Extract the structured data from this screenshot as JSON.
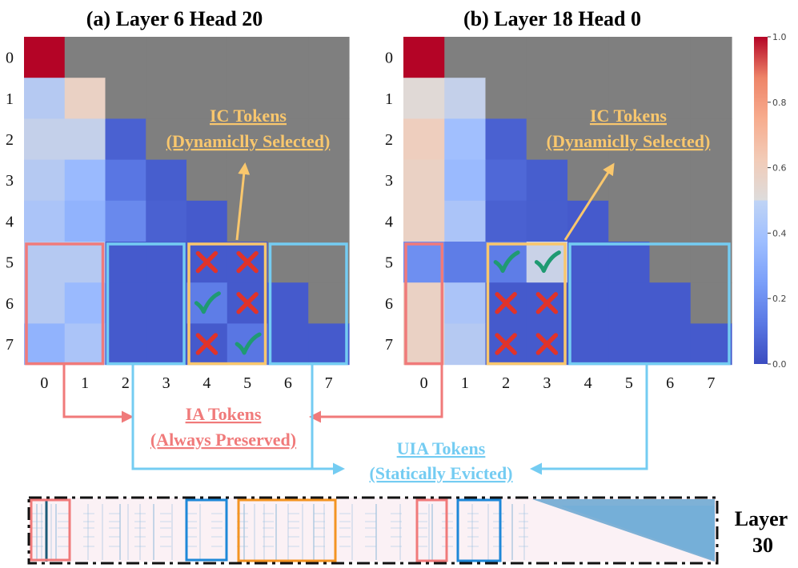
{
  "chart_data": [
    {
      "type": "heatmap",
      "title": "(a) Layer 6 Head 20",
      "x_ticks": [
        "0",
        "1",
        "2",
        "3",
        "4",
        "5",
        "6",
        "7"
      ],
      "y_ticks": [
        "0",
        "1",
        "2",
        "3",
        "4",
        "5",
        "6",
        "7"
      ],
      "masked": "upper-triangle",
      "values": [
        [
          1.0,
          null,
          null,
          null,
          null,
          null,
          null,
          null
        ],
        [
          0.42,
          0.58,
          null,
          null,
          null,
          null,
          null,
          null
        ],
        [
          0.45,
          0.45,
          0.06,
          null,
          null,
          null,
          null,
          null
        ],
        [
          0.42,
          0.36,
          0.12,
          0.05,
          null,
          null,
          null,
          null
        ],
        [
          0.4,
          0.33,
          0.18,
          0.06,
          0.04,
          null,
          null,
          null
        ],
        [
          0.42,
          0.42,
          0.04,
          0.04,
          0.04,
          0.04,
          null,
          null
        ],
        [
          0.42,
          0.36,
          0.04,
          0.04,
          0.14,
          0.04,
          0.04,
          null
        ],
        [
          0.33,
          0.4,
          0.04,
          0.04,
          0.04,
          0.12,
          0.04,
          0.04
        ]
      ],
      "marks": [
        {
          "row": 5,
          "col": 4,
          "symbol": "cross"
        },
        {
          "row": 5,
          "col": 5,
          "symbol": "cross"
        },
        {
          "row": 6,
          "col": 4,
          "symbol": "check"
        },
        {
          "row": 6,
          "col": 5,
          "symbol": "cross"
        },
        {
          "row": 7,
          "col": 4,
          "symbol": "cross"
        },
        {
          "row": 7,
          "col": 5,
          "symbol": "check"
        }
      ],
      "groups": {
        "ia": {
          "cols": [
            0,
            1
          ],
          "rows": [
            5,
            7
          ]
        },
        "uia": [
          {
            "cols": [
              2,
              3
            ],
            "rows": [
              5,
              7
            ]
          },
          {
            "cols": [
              6,
              7
            ],
            "rows": [
              5,
              7
            ]
          }
        ],
        "ic": {
          "cols": [
            4,
            5
          ],
          "rows": [
            5,
            7
          ]
        }
      }
    },
    {
      "type": "heatmap",
      "title": "(b) Layer 18 Head 0",
      "x_ticks": [
        "0",
        "1",
        "2",
        "3",
        "4",
        "5",
        "6",
        "7"
      ],
      "y_ticks": [
        "0",
        "1",
        "2",
        "3",
        "4",
        "5",
        "6",
        "7"
      ],
      "masked": "upper-triangle",
      "values": [
        [
          1.0,
          null,
          null,
          null,
          null,
          null,
          null,
          null
        ],
        [
          0.52,
          0.45,
          null,
          null,
          null,
          null,
          null,
          null
        ],
        [
          0.6,
          0.38,
          0.06,
          null,
          null,
          null,
          null,
          null
        ],
        [
          0.58,
          0.36,
          0.08,
          0.05,
          null,
          null,
          null,
          null
        ],
        [
          0.58,
          0.4,
          0.06,
          0.05,
          0.04,
          null,
          null,
          null
        ],
        [
          0.2,
          0.14,
          0.14,
          0.46,
          0.04,
          0.04,
          null,
          null
        ],
        [
          0.58,
          0.4,
          0.04,
          0.04,
          0.04,
          0.04,
          0.04,
          null
        ],
        [
          0.58,
          0.42,
          0.04,
          0.04,
          0.04,
          0.04,
          0.04,
          0.04
        ]
      ],
      "marks": [
        {
          "row": 5,
          "col": 2,
          "symbol": "check"
        },
        {
          "row": 5,
          "col": 3,
          "symbol": "check"
        },
        {
          "row": 6,
          "col": 2,
          "symbol": "cross"
        },
        {
          "row": 6,
          "col": 3,
          "symbol": "cross"
        },
        {
          "row": 7,
          "col": 2,
          "symbol": "cross"
        },
        {
          "row": 7,
          "col": 3,
          "symbol": "cross"
        }
      ],
      "groups": {
        "ia": {
          "cols": [
            0,
            0
          ],
          "rows": [
            5,
            7
          ]
        },
        "uia": [
          {
            "cols": [
              4,
              7
            ],
            "rows": [
              5,
              7
            ]
          }
        ],
        "ic": {
          "cols": [
            2,
            3
          ],
          "rows": [
            5,
            7
          ]
        }
      }
    }
  ],
  "colorbar": {
    "ticks": [
      "0.0",
      "0.2",
      "0.4",
      "0.6",
      "0.8",
      "1.0"
    ],
    "range": [
      0,
      1
    ]
  },
  "labels": {
    "ic_line1": "IC Tokens",
    "ic_line2": "(Dynamiclly Selected)",
    "ia_line1": "IA Tokens",
    "ia_line2": "(Always Preserved)",
    "uia_line1": "UIA Tokens",
    "uia_line2": "(Statically Evicted)",
    "strip_label_1": "Layer",
    "strip_label_2": "30"
  },
  "colors": {
    "masked": "#7f7f7f",
    "ia": "#f07a7a",
    "uia": "#74ccf2",
    "ic": "#f9c76d",
    "check": "#1f9a72",
    "cross": "#e0332a",
    "strip_orange": "#f39422",
    "strip_blue": "#1e88d8"
  }
}
